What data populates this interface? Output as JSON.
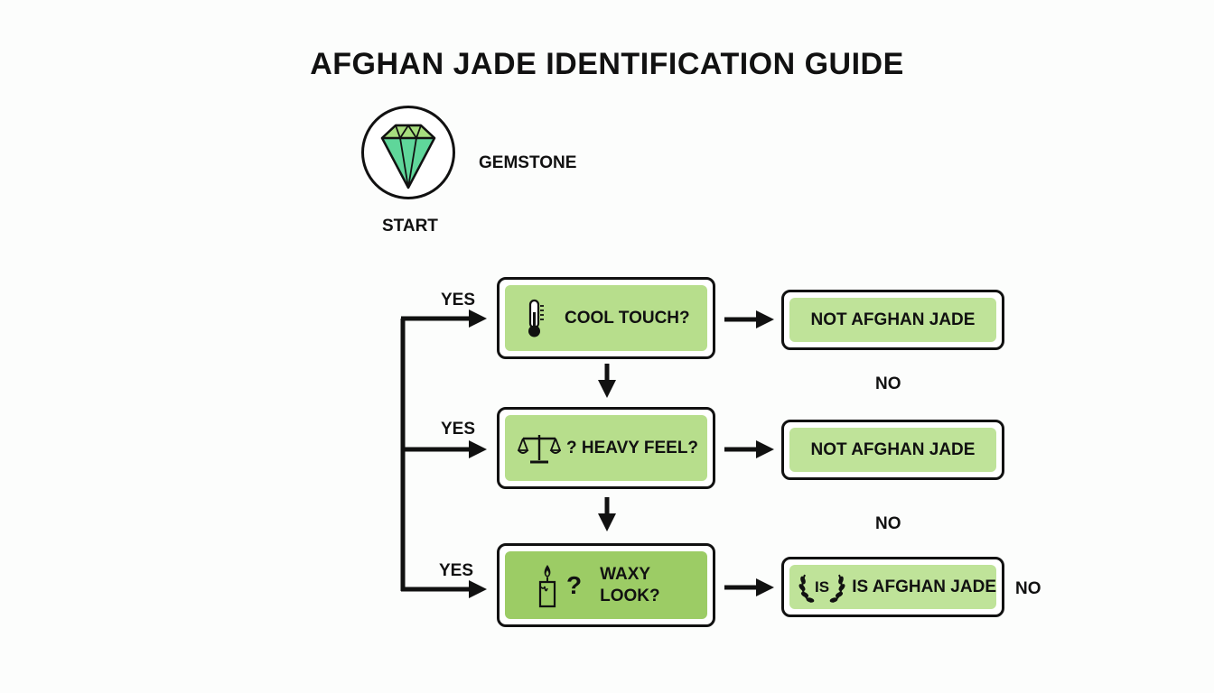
{
  "title": "AFGHAN JADE IDENTIFICATION GUIDE",
  "start": {
    "label": "START",
    "caption": "GEMSTONE",
    "icon": "gem-icon"
  },
  "questions": [
    {
      "text": "COOL TOUCH?",
      "icon": "thermometer-icon",
      "yes_label": "YES"
    },
    {
      "text": "? HEAVY FEEL?",
      "icon": "balance-scale-icon",
      "yes_label": "YES"
    },
    {
      "text": "WAXY LOOK?",
      "icon": "candle-icon",
      "prefix": "?",
      "yes_label": "YES"
    }
  ],
  "results": [
    {
      "text": "NOT AFGHAN JADE"
    },
    {
      "text": "NOT AFGHAN JADE"
    },
    {
      "text": "IS AFGHAN JADE",
      "badge": "IS",
      "icon": "laurel-wreath-icon"
    }
  ],
  "no_labels": [
    "NO",
    "NO",
    "NO"
  ],
  "colors": {
    "question_fill": "#b7de8c",
    "question_fill_dark": "#9ccc65",
    "result_fill": "#bfe399",
    "gem_green": "#5fd69a",
    "outline": "#111111"
  }
}
